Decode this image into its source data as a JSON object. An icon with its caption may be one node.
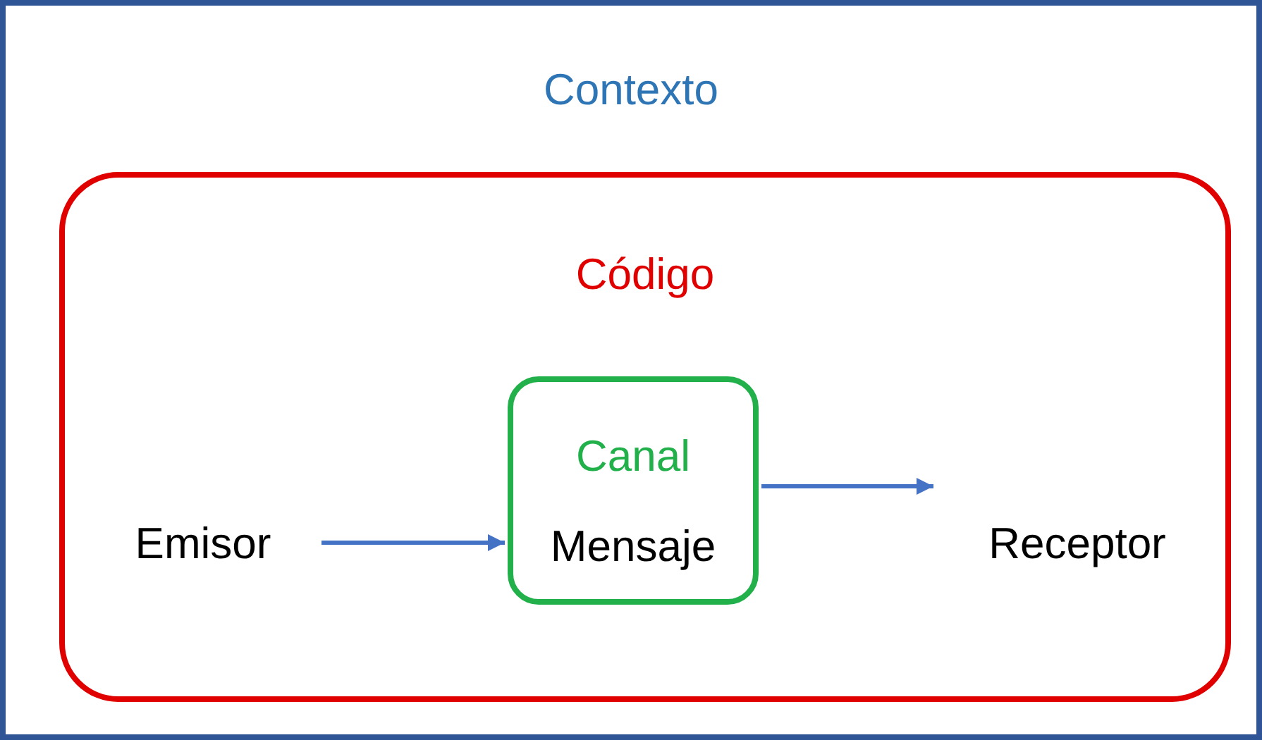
{
  "diagram": {
    "nodes": [
      {
        "text": [
          "Contexto"
        ]
      },
      {
        "text": [
          "Código"
        ],
        "in": 0
      },
      {
        "text": [
          "Emisor"
        ],
        "in": 1
      },
      {
        "text": [
          "Canal",
          "Mensaje"
        ],
        "in": 1
      },
      {
        "text": [
          "Receptor"
        ],
        "in": 1
      }
    ],
    "edges": [
      {
        "from": 2,
        "to": 3,
        "arrow": "to"
      },
      {
        "from": 3,
        "to": 4,
        "arrow": "to"
      }
    ]
  }
}
